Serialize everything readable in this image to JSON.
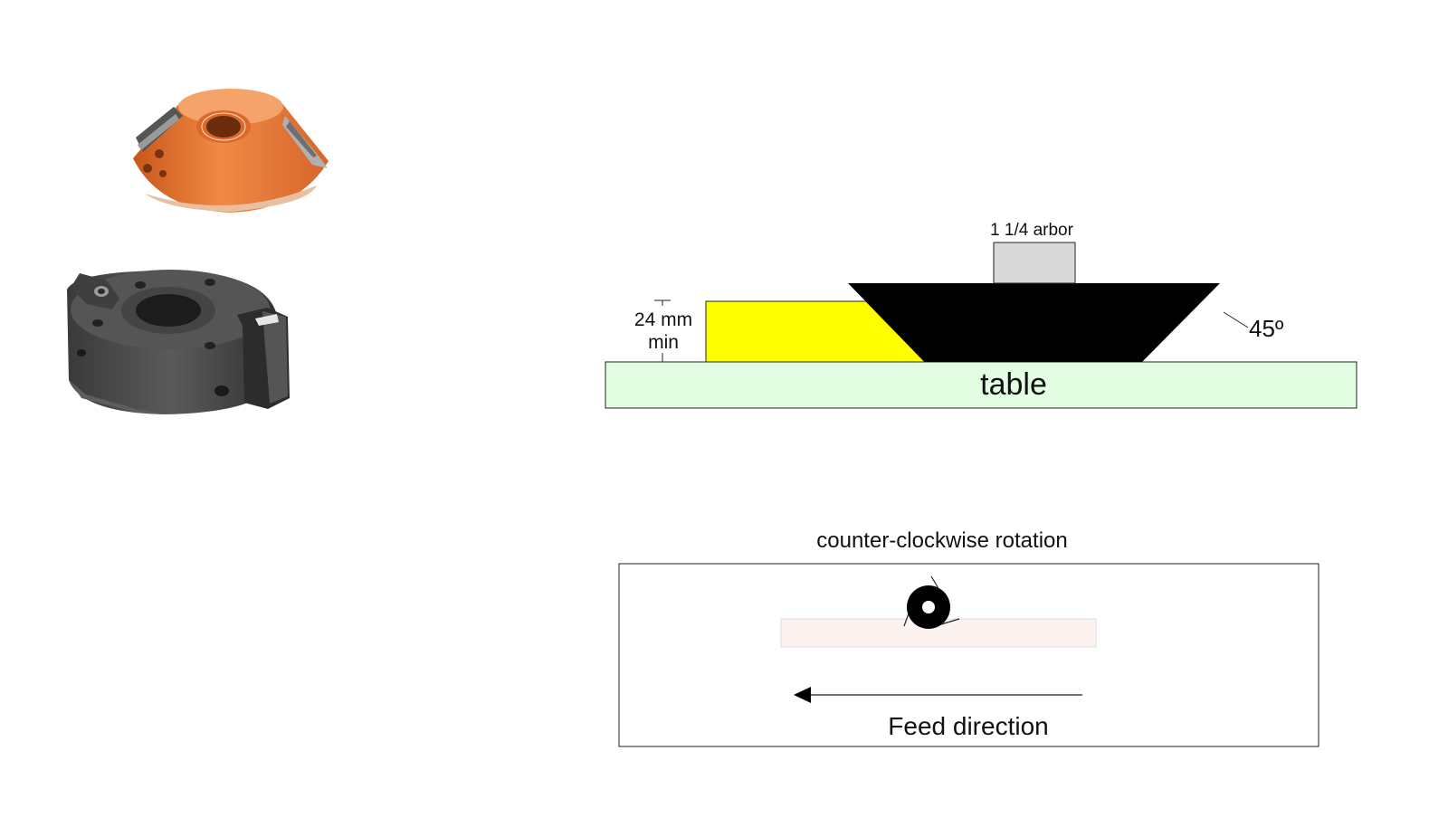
{
  "images": {
    "orange_cutter": {
      "name": "orange-cutter-head"
    },
    "gray_cutter": {
      "name": "gray-cutter-head"
    }
  },
  "profile": {
    "arbor_label": "1 1/4 arbor",
    "min_label_line1": "24 mm",
    "min_label_line2": "min",
    "angle_label": "45º",
    "table_label": "table"
  },
  "feed": {
    "rotation_label": "counter-clockwise rotation",
    "direction_label": "Feed direction"
  },
  "colors": {
    "workpiece": "#ffff00",
    "cutter": "#000000",
    "arbor": "#d9d9d9",
    "table": "#e2fde2",
    "stock": "#fdf3ee",
    "orange_tool": "#e8772e",
    "gray_tool": "#4a4a4a"
  }
}
